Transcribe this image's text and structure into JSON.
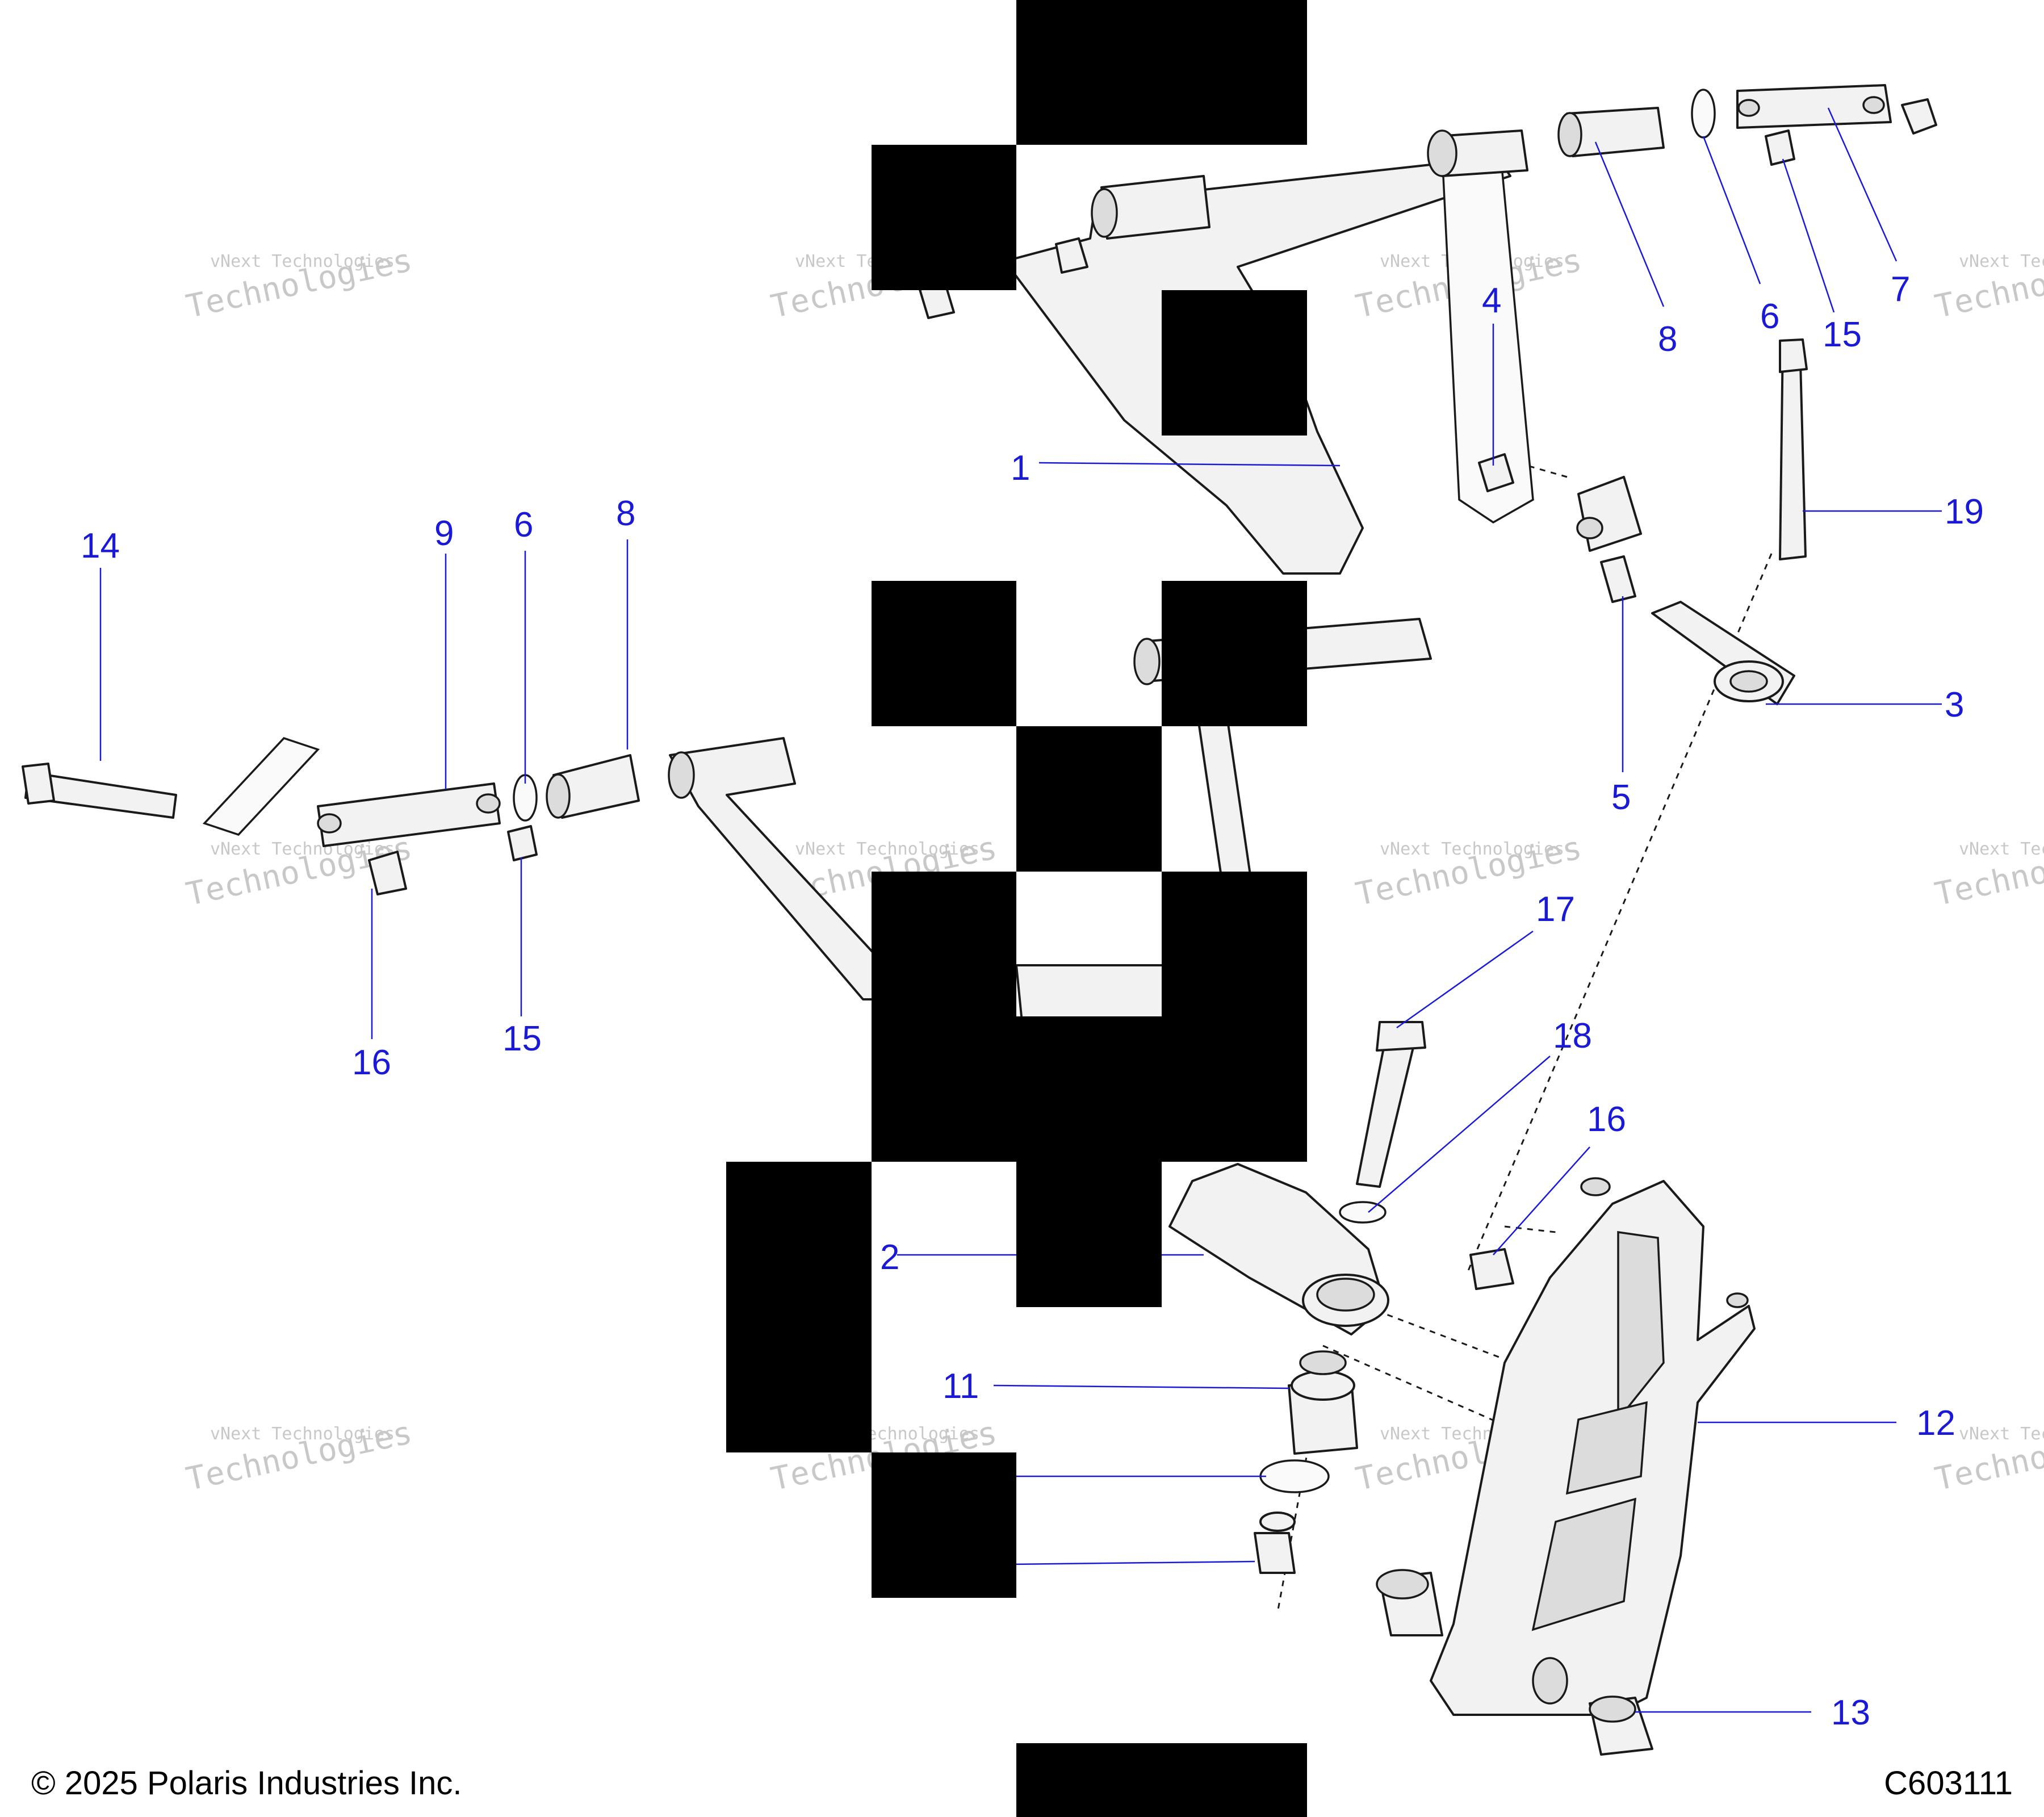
{
  "callouts": [
    {
      "id": "c1",
      "label": "1"
    },
    {
      "id": "c2",
      "label": "2"
    },
    {
      "id": "c3",
      "label": "3"
    },
    {
      "id": "c4",
      "label": "4"
    },
    {
      "id": "c5",
      "label": "5"
    },
    {
      "id": "c6a",
      "label": "6"
    },
    {
      "id": "c6b",
      "label": "6"
    },
    {
      "id": "c7",
      "label": "7"
    },
    {
      "id": "c8a",
      "label": "8"
    },
    {
      "id": "c8b",
      "label": "8"
    },
    {
      "id": "c9",
      "label": "9"
    },
    {
      "id": "c11",
      "label": "11"
    },
    {
      "id": "c12",
      "label": "12"
    },
    {
      "id": "c13",
      "label": "13"
    },
    {
      "id": "c14",
      "label": "14"
    },
    {
      "id": "c15a",
      "label": "15"
    },
    {
      "id": "c15b",
      "label": "15"
    },
    {
      "id": "c16a",
      "label": "16"
    },
    {
      "id": "c16b",
      "label": "16"
    },
    {
      "id": "c17",
      "label": "17"
    },
    {
      "id": "c18",
      "label": "18"
    },
    {
      "id": "c19",
      "label": "19"
    }
  ],
  "watermark": {
    "line1": "vNext Technologies",
    "line2": "Technologies"
  },
  "footer": {
    "copyright": "© 2025 Polaris Industries Inc.",
    "diagram_code": "C603111"
  },
  "colors": {
    "callout": "#1a1ad6",
    "line_art": "#1a1a1a",
    "redaction": "#000000"
  }
}
